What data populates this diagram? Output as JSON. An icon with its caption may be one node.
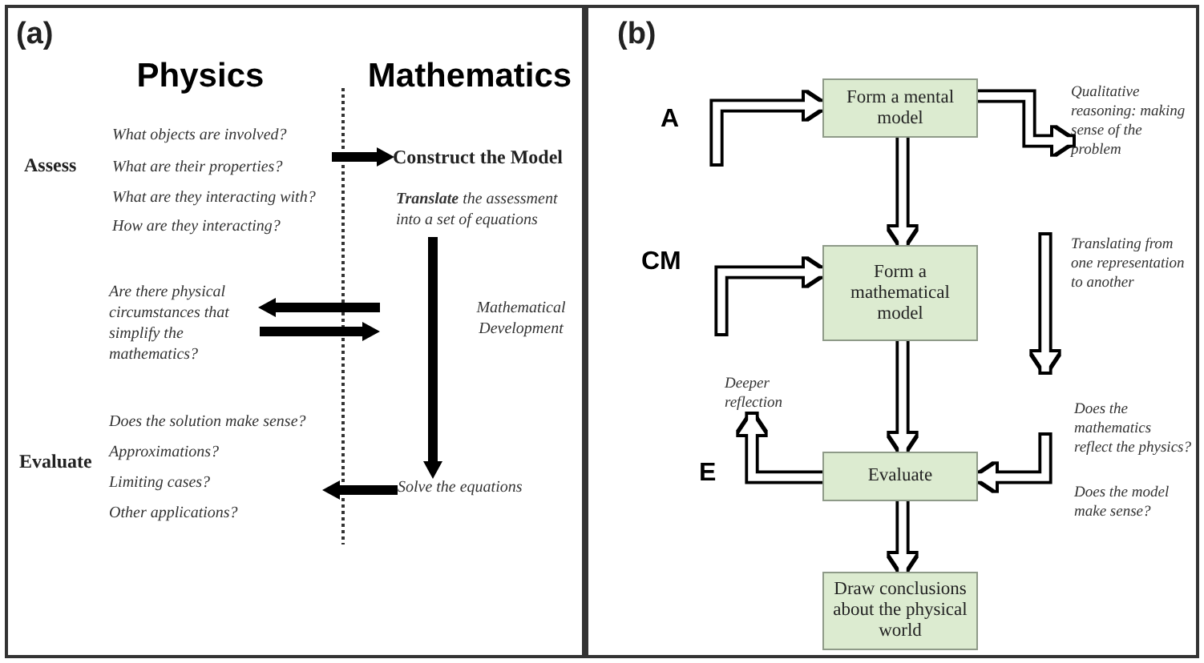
{
  "diagram": {
    "nodes": [
      {
        "text": [
          "(a)"
        ]
      },
      {
        "text": [
          "What objects are involved?",
          "What are their properties?",
          "What are they interacting with?",
          "How are they interacting?"
        ],
        "beside": [
          "Assess"
        ],
        "in": 0
      },
      {
        "text": [
          "Construct the Model",
          "**Translate** the assessment into a set of equations"
        ],
        "in": 0
      },
      {
        "text": [
          "Are there physical circumstances that simplify the mathematics?"
        ],
        "in": 0
      },
      {
        "text": [
          "Does the solution make sense?",
          "Approximations?",
          "Limiting cases?",
          "Other applications?"
        ],
        "beside": [
          "Evaluate"
        ],
        "in": 0
      },
      {
        "text": [
          "Solve the equations"
        ],
        "in": 0
      },
      {
        "text": [
          "(b)"
        ]
      },
      {
        "text": [
          "Form a mental model"
        ],
        "in": 6
      },
      {
        "text": [
          "Form a mathematical model"
        ],
        "in": 6
      },
      {
        "text": [
          "Evaluate"
        ],
        "in": 6
      },
      {
        "text": [
          "Draw conclusions about the physical world"
        ],
        "in": 6
      },
      {
        "text": [
          "Qualitative reasoning: making sense of the problem"
        ],
        "in": 6
      },
      {
        "text": [
          "Deeper reflection"
        ],
        "in": 6
      }
    ],
    "edges": [
      {
        "from": 1,
        "to": 2,
        "arrow": "to"
      },
      {
        "from": null,
        "to": 3,
        "arrow": "to"
      },
      {
        "from": 3,
        "to": null,
        "arrow": "to"
      },
      {
        "from": 2,
        "to": 5,
        "arrow": "to",
        "label": "Mathematical Development"
      },
      {
        "from": 5,
        "to": 4,
        "arrow": "to"
      },
      {
        "from": null,
        "to": 7,
        "arrow": "to"
      },
      {
        "from": 7,
        "to": 11,
        "arrow": "to"
      },
      {
        "from": 7,
        "to": 8,
        "arrow": "to"
      },
      {
        "from": null,
        "to": 8,
        "arrow": "to"
      },
      {
        "from": 8,
        "to": 9,
        "arrow": "to"
      },
      {
        "from": null,
        "to": 9,
        "arrow": "to"
      },
      {
        "from": 9,
        "to": 12,
        "arrow": "to"
      },
      {
        "from": 9,
        "to": 10,
        "arrow": "to"
      }
    ],
    "labels": [
      "Physics",
      "Mathematics",
      "A",
      "CM",
      "Translating from one representation to another",
      "E",
      "Does the mathematics reflect the physics?",
      "Does the model make sense?"
    ]
  }
}
